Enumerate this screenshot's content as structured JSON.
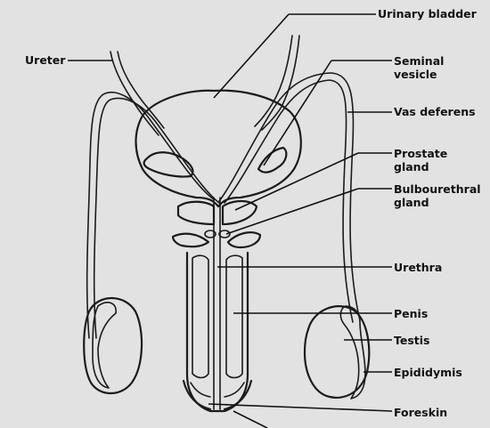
{
  "labels": {
    "urinary_bladder": "Urinary bladder",
    "ureter": "Ureter",
    "seminal_vesicle_l1": "Seminal",
    "seminal_vesicle_l2": "vesicle",
    "vas_deferens": "Vas deferens",
    "prostate_l1": "Prostate",
    "prostate_l2": "gland",
    "bulbourethral_l1": "Bulbourethral",
    "bulbourethral_l2": "gland",
    "urethra": "Urethra",
    "penis": "Penis",
    "testis": "Testis",
    "epididymis": "Epididymis",
    "foreskin": "Foreskin"
  }
}
